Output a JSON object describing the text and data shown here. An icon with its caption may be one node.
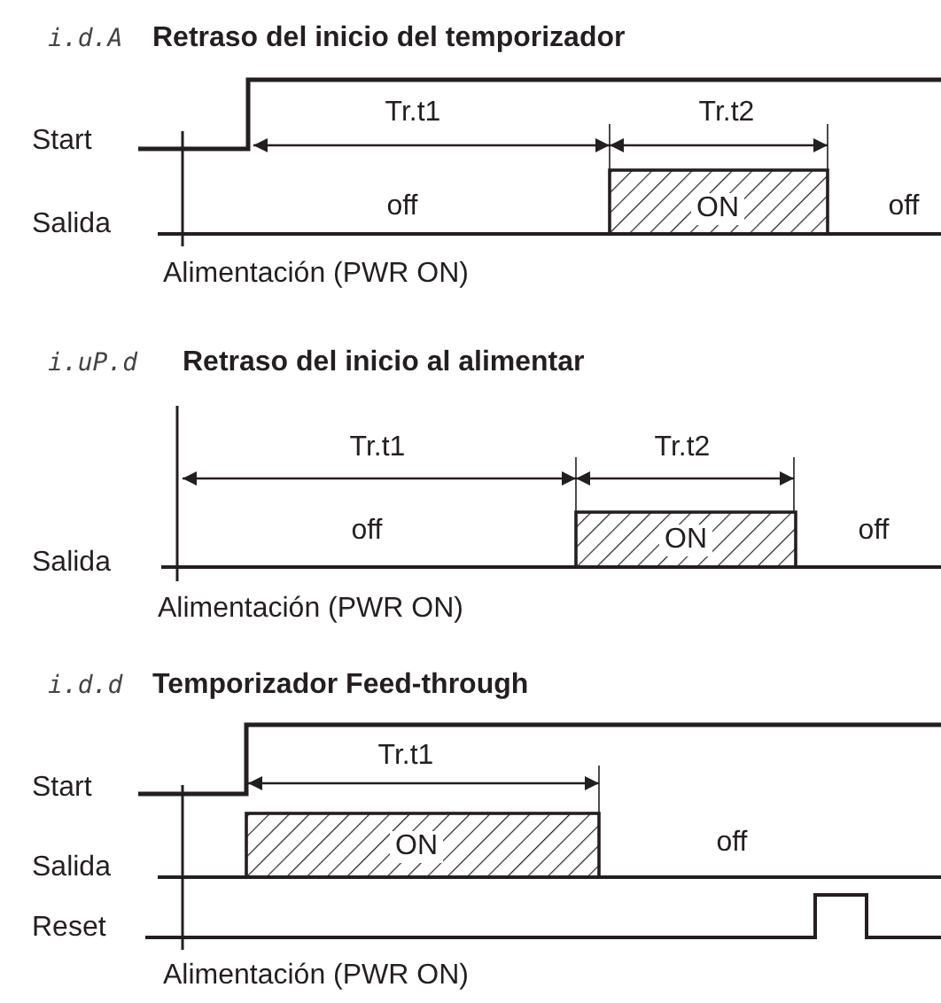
{
  "diagram": {
    "labels": [
      "i.d.A",
      "Retraso del inicio del temporizador",
      "Start",
      "Tr.t1",
      "Tr.t2",
      "Salida",
      "off",
      "ON",
      "off",
      "Alimentación (PWR ON)",
      "i.uP.d",
      "Retraso del inicio al alimentar",
      "Tr.t1",
      "Tr.t2",
      "off",
      "ON",
      "off",
      "Salida",
      "Alimentación (PWR ON)",
      "i.d.d",
      "Temporizador Feed-through",
      "Tr.t1",
      "Start",
      "ON",
      "Salida",
      "off",
      "Reset",
      "Alimentación (PWR ON)"
    ]
  }
}
